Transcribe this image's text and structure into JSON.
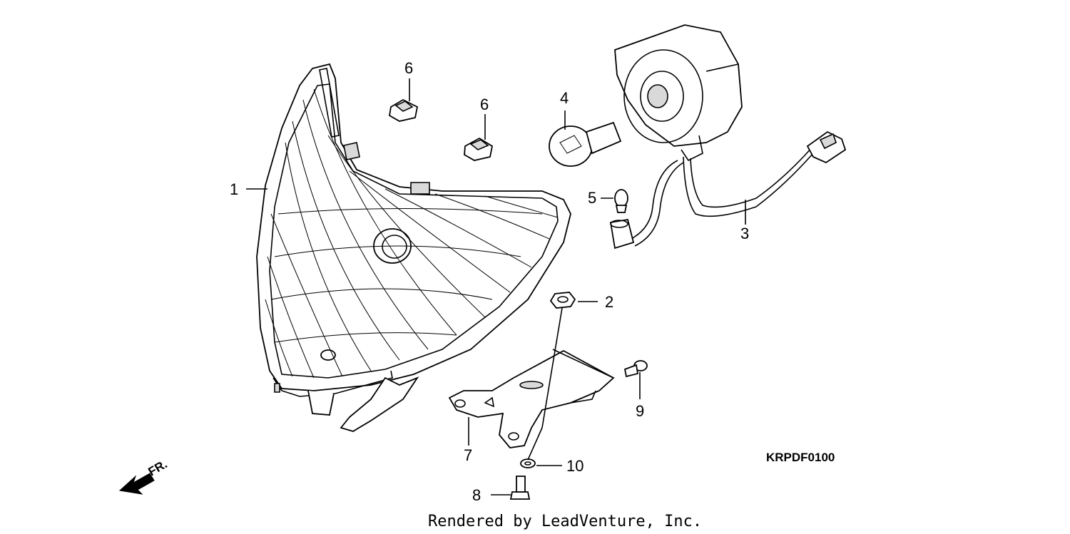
{
  "callouts": [
    {
      "id": "1",
      "label": "1"
    },
    {
      "id": "2",
      "label": "2"
    },
    {
      "id": "3",
      "label": "3"
    },
    {
      "id": "4",
      "label": "4"
    },
    {
      "id": "5",
      "label": "5"
    },
    {
      "id": "6a",
      "label": "6"
    },
    {
      "id": "6b",
      "label": "6"
    },
    {
      "id": "7",
      "label": "7"
    },
    {
      "id": "8",
      "label": "8"
    },
    {
      "id": "9",
      "label": "9"
    },
    {
      "id": "10",
      "label": "10"
    }
  ],
  "diagram_code": "KRPDF0100",
  "direction_label": "FR.",
  "credit": "Rendered by LeadVenture, Inc."
}
